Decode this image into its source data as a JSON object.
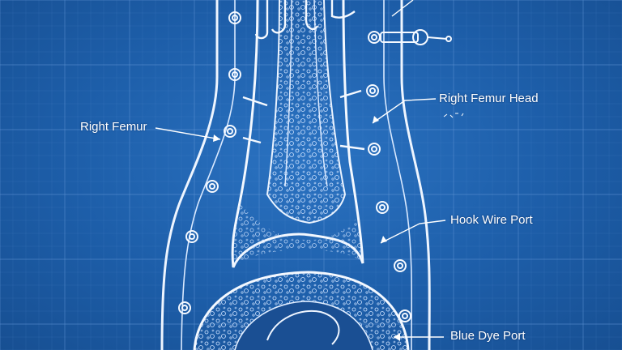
{
  "labels": {
    "right_femur": "Right Femur",
    "right_femur_head": "Right Femur Head",
    "hook_wire_port": "Hook Wire Port",
    "blue_dye_port": "Blue Dye Port"
  },
  "colors": {
    "background": "#1f5fa8",
    "line": "#e8f2ff",
    "grid": "#5f93d4"
  }
}
